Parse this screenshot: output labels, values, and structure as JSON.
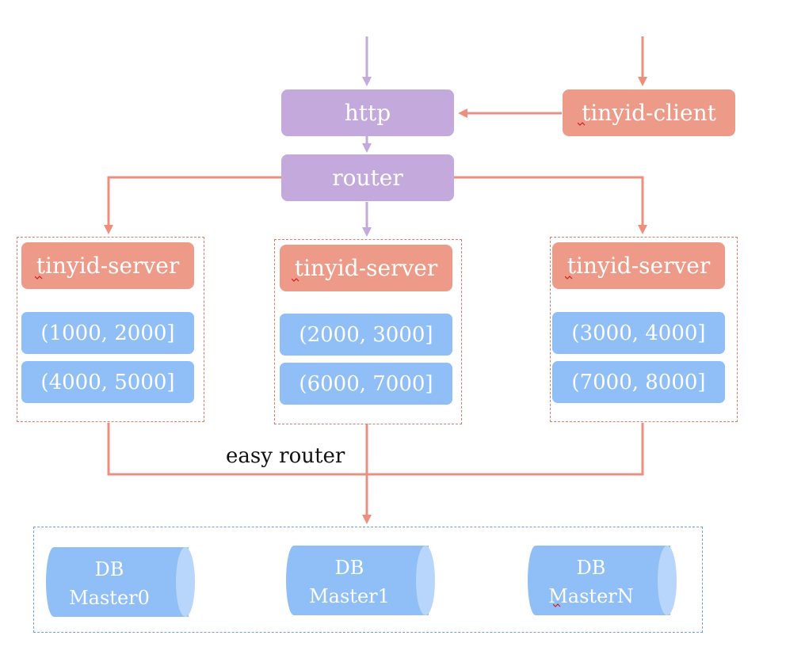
{
  "nodes": {
    "http": "http",
    "client": "tinyid-client",
    "router": "router",
    "servers": [
      {
        "label": "tinyid-server",
        "ranges": [
          "(1000, 2000]",
          "(4000, 5000]"
        ]
      },
      {
        "label": "tinyid-server",
        "ranges": [
          "(2000, 3000]",
          "(6000, 7000]"
        ]
      },
      {
        "label": "tinyid-server",
        "ranges": [
          "(3000, 4000]",
          "(7000, 8000]"
        ]
      }
    ],
    "databases": [
      {
        "line1": "DB",
        "line2": "Master0"
      },
      {
        "line1": "DB",
        "line2": "Master1"
      },
      {
        "line1": "DB",
        "line2": "MasterN"
      }
    ]
  },
  "edge_labels": {
    "easy_router": "easy router"
  },
  "colors": {
    "purple_node": "#c3a9dc",
    "salmon_node": "#ee9a88",
    "blue_node": "#8fbff6",
    "salmon_edge": "#ee8f7d",
    "purple_edge": "#c3a9dc",
    "server_group_border": "#e07a6a",
    "db_group_border": "#6f9fe6"
  }
}
